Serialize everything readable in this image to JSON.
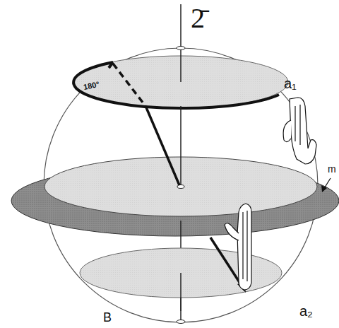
{
  "diagram": {
    "title": "2̄",
    "labels": [
      "180°",
      "a₁",
      "m",
      "a₂",
      "B"
    ]
  }
}
